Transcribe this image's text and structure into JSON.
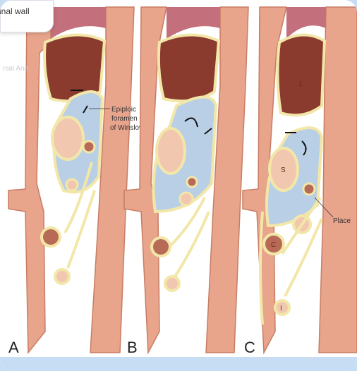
{
  "tooltip": {
    "text": "inal wall"
  },
  "ghost_text": "rsal Ana",
  "panels": [
    {
      "letter": "A",
      "callout": [
        "Epiploic",
        "foramen",
        "of Winslow"
      ]
    },
    {
      "letter": "B"
    },
    {
      "letter": "C",
      "callout": [
        "Place"
      ]
    }
  ],
  "organ_labels": {
    "liver_c": "L",
    "stomach_c": "S",
    "colon_c": "C",
    "small_c": "I"
  },
  "colors": {
    "body_wall": "#e9a48c",
    "diaphragm": "#c46f7c",
    "liver": "#8b3a2e",
    "peritoneum": "#f2e7a8",
    "lesser_sac": "#b9cfe6",
    "stomach": "#f1c7b0",
    "colon": "#b76a55"
  }
}
